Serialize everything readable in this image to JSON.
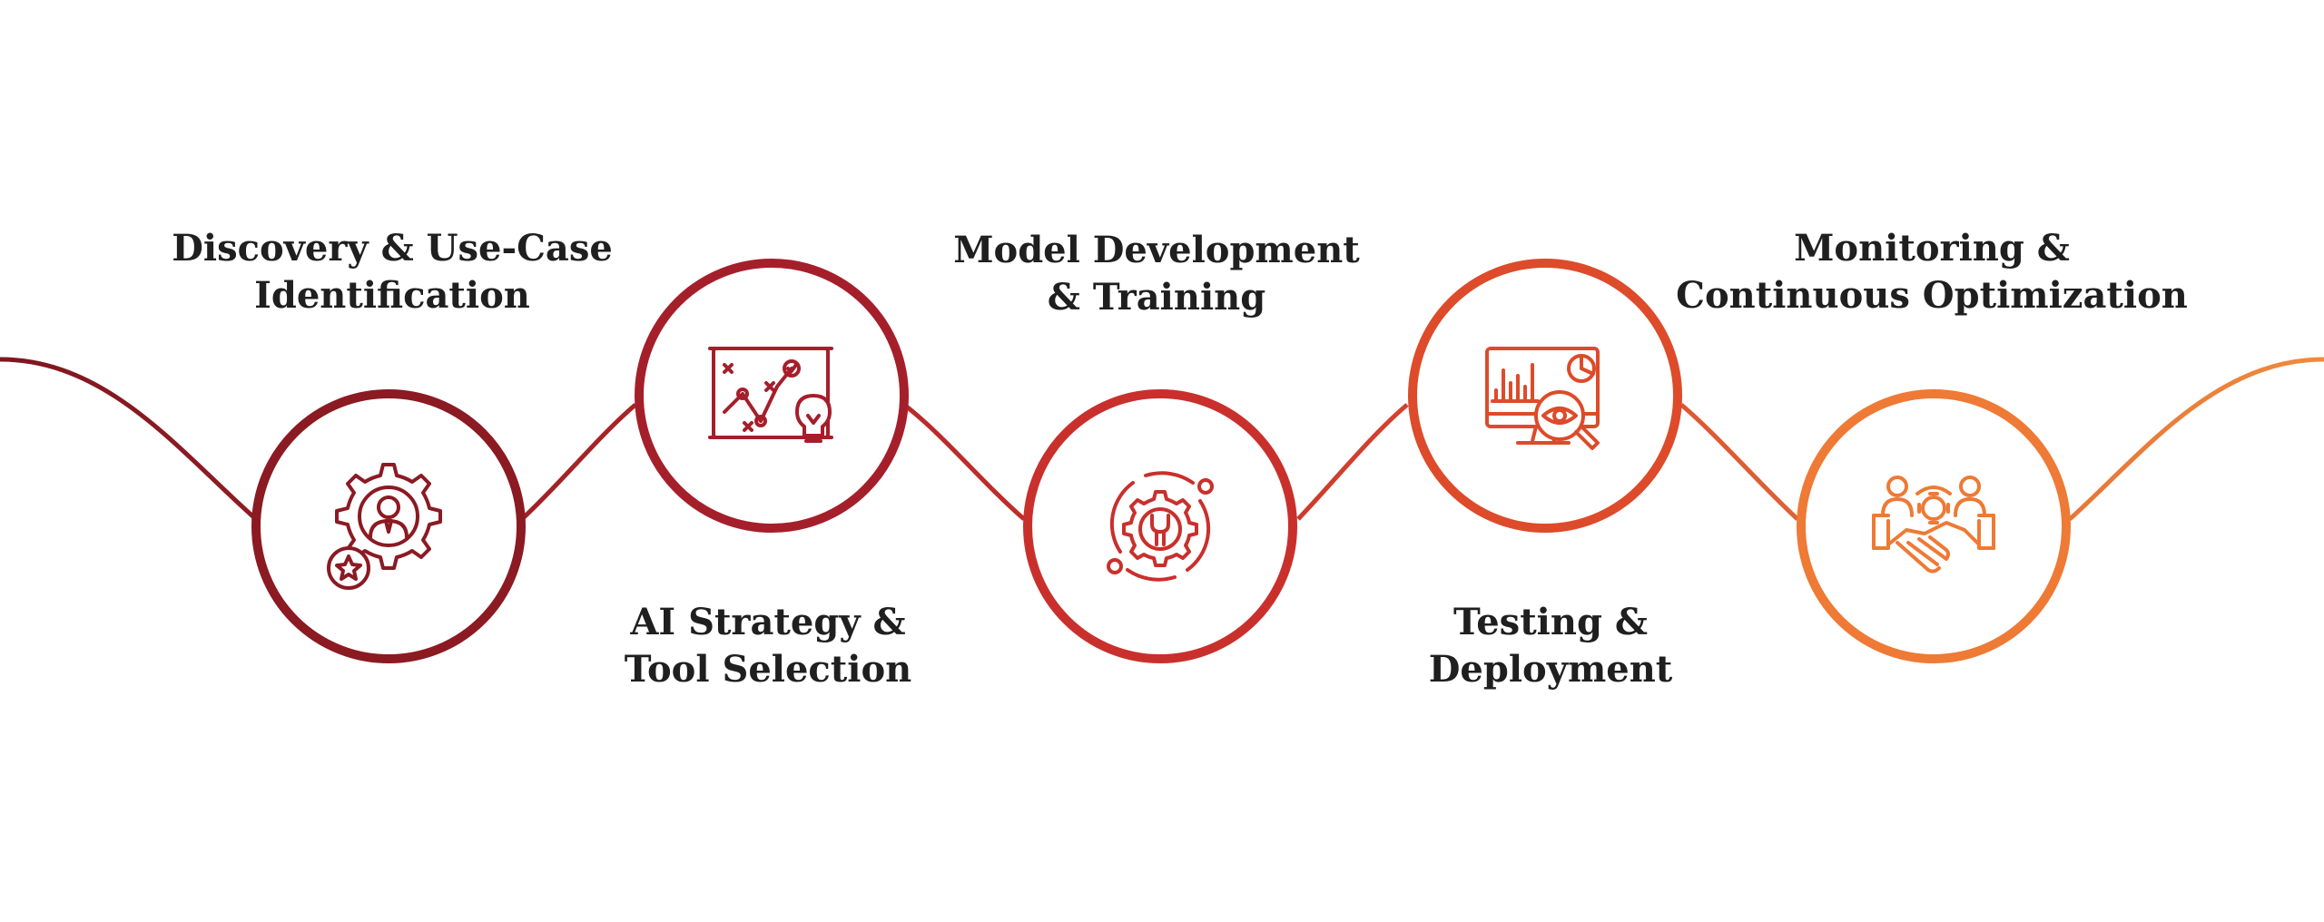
{
  "steps": [
    {
      "line1": "Discovery & Use-Case",
      "line2": "Identification",
      "icon": "gear-person-star-icon",
      "color": "#8b1a23"
    },
    {
      "line1": "AI Strategy &",
      "line2": "Tool Selection",
      "icon": "strategy-board-lightbulb-icon",
      "color": "#a51f2b"
    },
    {
      "line1": "Model Development",
      "line2": "& Training",
      "icon": "gear-wrench-orbit-icon",
      "color": "#c9302c"
    },
    {
      "line1": "Testing &",
      "line2": "Deployment",
      "icon": "monitor-analytics-eye-icon",
      "color": "#dd4b2a"
    },
    {
      "line1": "Monitoring &",
      "line2": "Continuous Optimization",
      "icon": "team-handshake-gear-icon",
      "color": "#ee7a35"
    }
  ],
  "gradient": {
    "start": "#7f1620",
    "mid": "#c9302c",
    "end": "#f08a3c"
  }
}
